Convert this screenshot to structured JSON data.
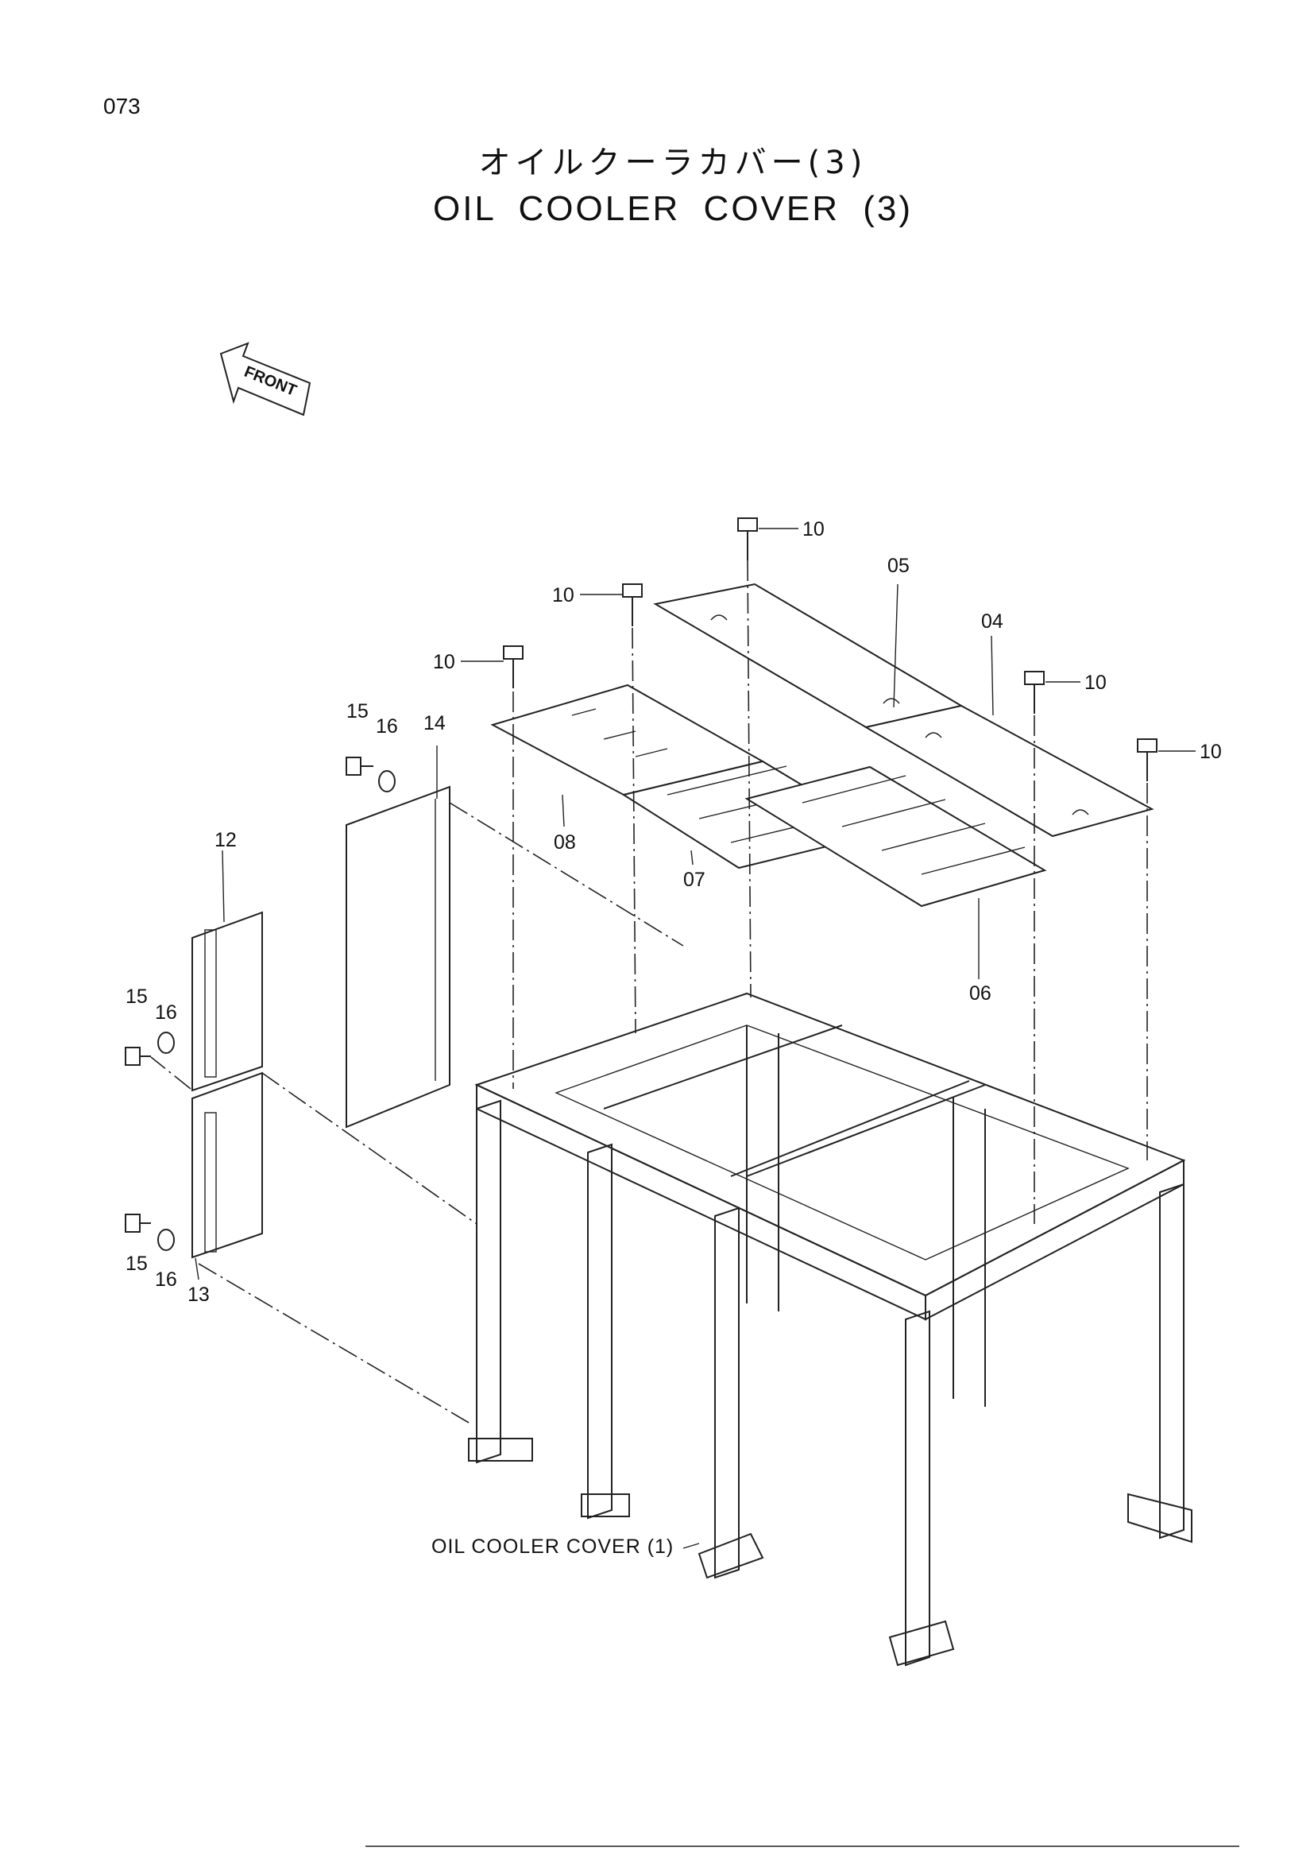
{
  "page_number": "073",
  "title_jp": "オイルクーラカバー(3)",
  "title_en": "OIL COOLER COVER (3)",
  "front_arrow_label": "FRONT",
  "reference_note": "OIL COOLER COVER (1)",
  "callouts": {
    "bolt_top_1": "10",
    "bolt_top_2": "10",
    "bolt_top_3": "10",
    "bolt_right_1": "10",
    "bolt_right_2": "10",
    "panel_05": "05",
    "panel_04": "04",
    "panel_08": "08",
    "panel_07": "07",
    "panel_06": "06",
    "panel_14": "14",
    "panel_12": "12",
    "panel_13": "13",
    "bolt_15_upper": "15",
    "washer_16_upper": "16",
    "bolt_15_mid": "15",
    "washer_16_mid": "16",
    "bolt_15_lower": "15",
    "washer_16_lower": "16"
  }
}
